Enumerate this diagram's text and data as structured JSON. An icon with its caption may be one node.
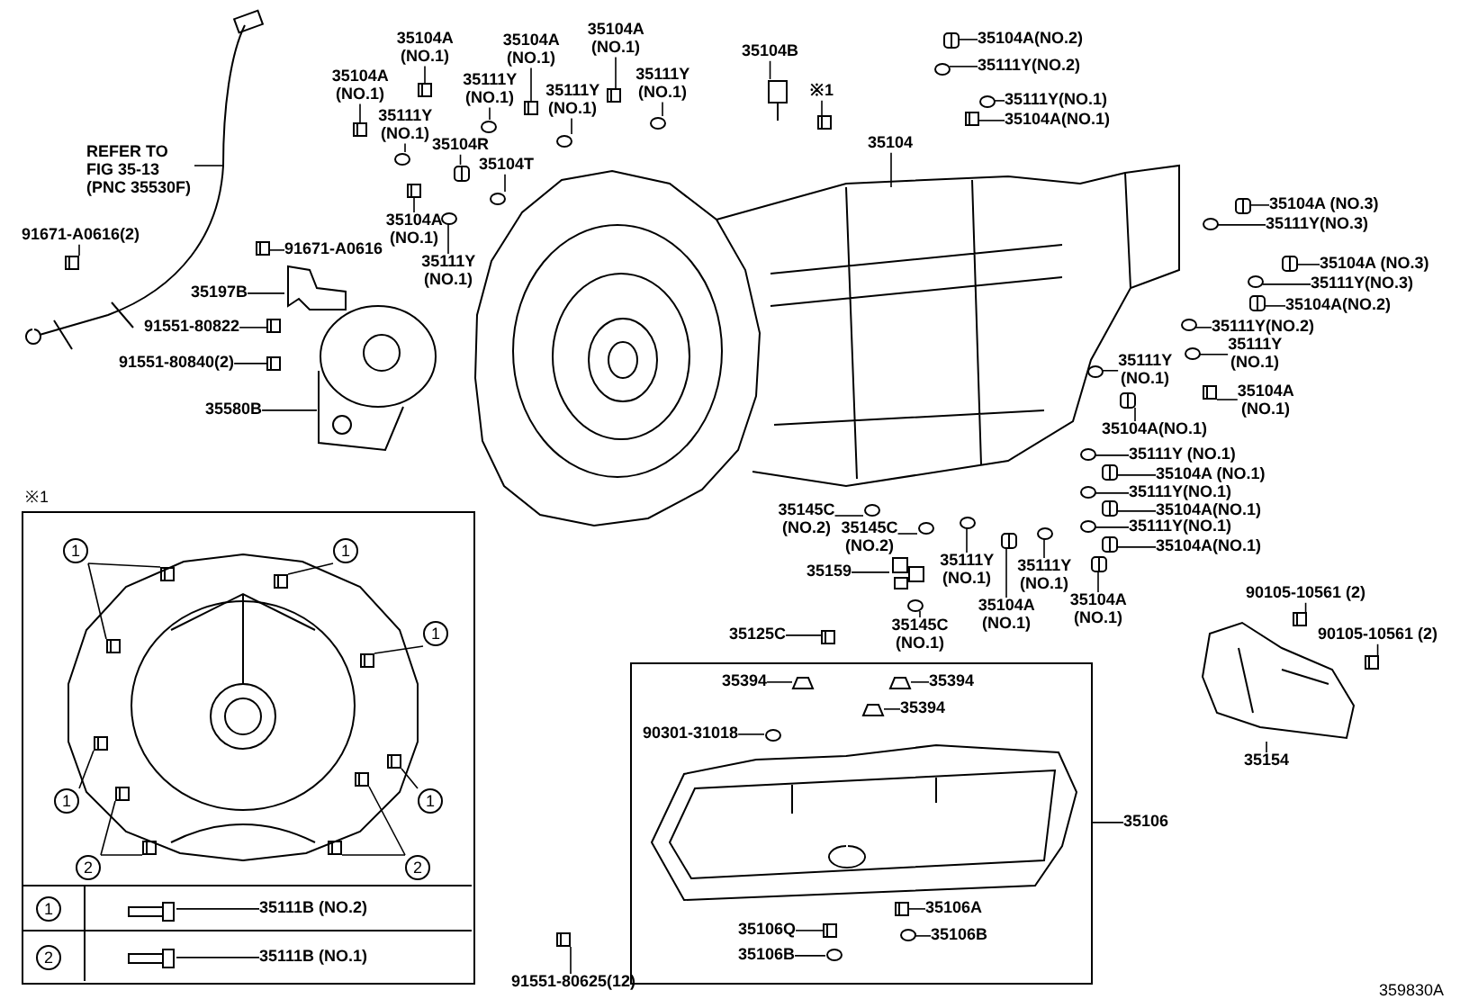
{
  "diagram": {
    "nodes": [
      {
        "text": [
          "REFER TO FIG 35-13 (PNC 35530F)"
        ]
      },
      {
        "text": [
          "91671-A0616(2)"
        ]
      },
      {
        "text": [
          "35104A (NO.1)"
        ]
      },
      {
        "text": [
          "35111Y (NO.1)"
        ]
      },
      {
        "text": [
          "35104A (NO.1)"
        ]
      },
      {
        "text": [
          "35111Y (NO.1)"
        ]
      },
      {
        "text": [
          "35104A (NO.1)"
        ]
      },
      {
        "text": [
          "35111Y (NO.1)"
        ]
      },
      {
        "text": [
          "35104A (NO.1)"
        ]
      },
      {
        "text": [
          "35111Y (NO.1)"
        ]
      },
      {
        "text": [
          "35104R"
        ]
      },
      {
        "text": [
          "35104T"
        ]
      },
      {
        "text": [
          "35104A (NO.1)"
        ]
      },
      {
        "text": [
          "35111Y (NO.1)"
        ]
      },
      {
        "text": [
          "91671-A0616"
        ]
      },
      {
        "text": [
          "35197B"
        ]
      },
      {
        "text": [
          "91551-80822"
        ]
      },
      {
        "text": [
          "91551-80840(2)"
        ]
      },
      {
        "text": [
          "35580B"
        ]
      },
      {
        "text": [
          "35104B"
        ]
      },
      {
        "text": [
          "※1"
        ]
      },
      {
        "text": [
          "35104"
        ]
      },
      {
        "text": [
          "35104A(NO.2)"
        ]
      },
      {
        "text": [
          "35111Y(NO.2)"
        ]
      },
      {
        "text": [
          "35111Y(NO.1)"
        ]
      },
      {
        "text": [
          "35104A(NO.1)"
        ]
      },
      {
        "text": [
          "35104A (NO.3)"
        ]
      },
      {
        "text": [
          "35111Y(NO.3)"
        ]
      },
      {
        "text": [
          "35104A (NO.3)"
        ]
      },
      {
        "text": [
          "35111Y(NO.3)"
        ]
      },
      {
        "text": [
          "35104A(NO.2)"
        ]
      },
      {
        "text": [
          "35111Y(NO.2)"
        ]
      },
      {
        "text": [
          "35111Y (NO.1)"
        ]
      },
      {
        "text": [
          "35111Y (NO.1)"
        ]
      },
      {
        "text": [
          "35104A (NO.1)"
        ]
      },
      {
        "text": [
          "35104A(NO.1)"
        ]
      },
      {
        "text": [
          "35111Y (NO.1)"
        ]
      },
      {
        "text": [
          "35104A (NO.1)"
        ]
      },
      {
        "text": [
          "35111Y(NO.1)"
        ]
      },
      {
        "text": [
          "35104A(NO.1)"
        ]
      },
      {
        "text": [
          "35111Y(NO.1)"
        ]
      },
      {
        "text": [
          "35104A(NO.1)"
        ]
      },
      {
        "text": [
          "35145C (NO.2)"
        ]
      },
      {
        "text": [
          "35145C (NO.2)"
        ]
      },
      {
        "text": [
          "35111Y (NO.1)"
        ]
      },
      {
        "text": [
          "35111Y (NO.1)"
        ]
      },
      {
        "text": [
          "35104A (NO.1)"
        ]
      },
      {
        "text": [
          "35104A (NO.1)"
        ]
      },
      {
        "text": [
          "35159"
        ]
      },
      {
        "text": [
          "35145C (NO.1)"
        ]
      },
      {
        "text": [
          "90105-10561 (2)"
        ]
      },
      {
        "text": [
          "90105-10561 (2)"
        ]
      },
      {
        "text": [
          "35125C"
        ]
      },
      {
        "text": [],
        "shape": "box"
      },
      {
        "text": [
          "35394"
        ],
        "in": 53
      },
      {
        "text": [
          "35394"
        ],
        "in": 53
      },
      {
        "text": [
          "35394"
        ],
        "in": 53
      },
      {
        "text": [
          "90301-31018"
        ],
        "in": 53
      },
      {
        "text": [
          "35106A"
        ],
        "in": 53
      },
      {
        "text": [
          "35106Q"
        ],
        "in": 53
      },
      {
        "text": [
          "35106B"
        ],
        "in": 53
      },
      {
        "text": [
          "35106B"
        ],
        "in": 53
      },
      {
        "text": [
          "35106"
        ]
      },
      {
        "text": [
          "35154"
        ]
      },
      {
        "text": [
          "91551-80625(12)"
        ]
      },
      {
        "text": [],
        "shape": "box",
        "beside": [
          "※1"
        ]
      },
      {
        "text": [
          "1"
        ],
        "in": 65
      },
      {
        "text": [
          "1"
        ],
        "in": 65
      },
      {
        "text": [
          "1"
        ],
        "in": 65
      },
      {
        "text": [
          "1"
        ],
        "in": 65
      },
      {
        "text": [
          "1"
        ],
        "in": 65
      },
      {
        "text": [
          "2"
        ],
        "in": 65
      },
      {
        "text": [
          "2"
        ],
        "in": 65
      },
      {
        "text": [
          "1"
        ],
        "in": 65
      },
      {
        "text": [
          "35111B (NO.2)"
        ],
        "in": 65
      },
      {
        "text": [
          "2"
        ],
        "in": 65
      },
      {
        "text": [
          "35111B (NO.1)"
        ],
        "in": 65
      },
      {
        "text": [],
        "shape": "bolt"
      },
      {
        "text": [],
        "shape": "bolt"
      },
      {
        "text": [],
        "shape": "circle"
      },
      {
        "text": [],
        "shape": "bolt"
      },
      {
        "text": [],
        "shape": "circle"
      },
      {
        "text": [],
        "shape": "bolt"
      },
      {
        "text": [],
        "shape": "circle"
      },
      {
        "text": [],
        "shape": "bolt"
      },
      {
        "text": [],
        "shape": "circle"
      },
      {
        "text": [],
        "shape": "plug"
      },
      {
        "text": [],
        "shape": "circle"
      },
      {
        "text": [],
        "shape": "bolt"
      },
      {
        "text": [],
        "shape": "circle"
      },
      {
        "text": [],
        "shape": "bolt"
      },
      {
        "text": [],
        "shape": "picture"
      },
      {
        "text": [],
        "shape": "bolt"
      },
      {
        "text": [],
        "shape": "bolt"
      },
      {
        "text": [],
        "shape": "picture"
      },
      {
        "text": [],
        "shape": "picture"
      },
      {
        "text": [],
        "shape": "bolt"
      },
      {
        "text": [],
        "shape": "plug"
      },
      {
        "text": [],
        "shape": "circle"
      },
      {
        "text": [],
        "shape": "circle"
      },
      {
        "text": [],
        "shape": "bolt"
      },
      {
        "text": [],
        "shape": "plug"
      },
      {
        "text": [],
        "shape": "circle"
      },
      {
        "text": [],
        "shape": "plug"
      },
      {
        "text": [],
        "shape": "circle"
      },
      {
        "text": [],
        "shape": "plug"
      },
      {
        "text": [],
        "shape": "circle"
      },
      {
        "text": [],
        "shape": "circle"
      },
      {
        "text": [],
        "shape": "circle"
      },
      {
        "text": [],
        "shape": "bolt"
      },
      {
        "text": [],
        "shape": "plug"
      },
      {
        "text": [],
        "shape": "circle"
      },
      {
        "text": [],
        "shape": "plug"
      },
      {
        "text": [],
        "shape": "circle"
      },
      {
        "text": [],
        "shape": "plug"
      },
      {
        "text": [],
        "shape": "circle"
      },
      {
        "text": [],
        "shape": "plug"
      },
      {
        "text": [],
        "shape": "circle"
      },
      {
        "text": [],
        "shape": "circle"
      },
      {
        "text": [],
        "shape": "circle"
      },
      {
        "text": [],
        "shape": "circle"
      },
      {
        "text": [],
        "shape": "plug"
      },
      {
        "text": [],
        "shape": "plug"
      },
      {
        "text": [],
        "shape": "picture"
      },
      {
        "text": [],
        "shape": "circle"
      },
      {
        "text": [],
        "shape": "bolt"
      },
      {
        "text": [],
        "shape": "bolt"
      },
      {
        "text": [],
        "shape": "bolt"
      },
      {
        "text": [],
        "shape": "clip",
        "in": 53
      },
      {
        "text": [],
        "shape": "clip",
        "in": 53
      },
      {
        "text": [],
        "shape": "clip",
        "in": 53
      },
      {
        "text": [],
        "shape": "circle",
        "in": 53
      },
      {
        "text": [],
        "shape": "bolt",
        "in": 53
      },
      {
        "text": [],
        "shape": "bolt",
        "in": 53
      },
      {
        "text": [],
        "shape": "circle",
        "in": 53
      },
      {
        "text": [],
        "shape": "circle",
        "in": 53
      },
      {
        "text": [],
        "shape": "picture"
      },
      {
        "text": [],
        "shape": "bolt"
      },
      {
        "text": [],
        "shape": "bolt",
        "in": 65
      },
      {
        "text": [],
        "shape": "bolt",
        "in": 65
      },
      {
        "text": [],
        "shape": "bolt",
        "in": 65
      },
      {
        "text": [],
        "shape": "bolt",
        "in": 65
      },
      {
        "text": [],
        "shape": "bolt",
        "in": 65
      },
      {
        "text": [],
        "shape": "bolt",
        "in": 65
      },
      {
        "text": [],
        "shape": "bolt",
        "in": 65
      },
      {
        "text": [],
        "shape": "bolt",
        "in": 65
      },
      {
        "text": [],
        "shape": "bolt",
        "in": 65
      },
      {
        "text": [],
        "shape": "bolt",
        "in": 65
      },
      {
        "text": [],
        "shape": "bolt",
        "in": 65
      },
      {
        "text": [],
        "shape": "bolt",
        "in": 65
      }
    ],
    "edges": [
      {
        "from": 0,
        "to": null,
        "arrow": "none"
      },
      {
        "from": 1,
        "to": 77,
        "arrow": "none"
      },
      {
        "from": 2,
        "to": 78,
        "arrow": "none"
      },
      {
        "from": 3,
        "to": 79,
        "arrow": "none"
      },
      {
        "from": 4,
        "to": 80,
        "arrow": "none"
      },
      {
        "from": 5,
        "to": 81,
        "arrow": "none"
      },
      {
        "from": 6,
        "to": 82,
        "arrow": "none"
      },
      {
        "from": 7,
        "to": 83,
        "arrow": "none"
      },
      {
        "from": 8,
        "to": 84,
        "arrow": "none"
      },
      {
        "from": 9,
        "to": 85,
        "arrow": "none"
      },
      {
        "from": 10,
        "to": 86,
        "arrow": "none"
      },
      {
        "from": 11,
        "to": 87,
        "arrow": "none"
      },
      {
        "from": 12,
        "to": 88,
        "arrow": "none"
      },
      {
        "from": 13,
        "to": 89,
        "arrow": "none"
      },
      {
        "from": 14,
        "to": 90,
        "arrow": "none"
      },
      {
        "from": 15,
        "to": 91,
        "arrow": "none"
      },
      {
        "from": 16,
        "to": 92,
        "arrow": "none"
      },
      {
        "from": 17,
        "to": 93,
        "arrow": "none"
      },
      {
        "from": 18,
        "to": 94,
        "arrow": "none"
      },
      {
        "from": 19,
        "to": 95,
        "arrow": "none"
      },
      {
        "from": 20,
        "to": 96,
        "arrow": "none"
      },
      {
        "from": 21,
        "to": null,
        "arrow": "none"
      },
      {
        "from": 22,
        "to": 97,
        "arrow": "none"
      },
      {
        "from": 23,
        "to": 98,
        "arrow": "none"
      },
      {
        "from": 24,
        "to": 99,
        "arrow": "none"
      },
      {
        "from": 25,
        "to": 100,
        "arrow": "none"
      },
      {
        "from": 26,
        "to": 101,
        "arrow": "none"
      },
      {
        "from": 27,
        "to": 102,
        "arrow": "none"
      },
      {
        "from": 28,
        "to": 103,
        "arrow": "none"
      },
      {
        "from": 29,
        "to": 104,
        "arrow": "none"
      },
      {
        "from": 30,
        "to": 105,
        "arrow": "none"
      },
      {
        "from": 31,
        "to": 106,
        "arrow": "none"
      },
      {
        "from": 32,
        "to": 107,
        "arrow": "none"
      },
      {
        "from": 33,
        "to": 108,
        "arrow": "none"
      },
      {
        "from": 34,
        "to": 109,
        "arrow": "none"
      },
      {
        "from": 35,
        "to": 110,
        "arrow": "none"
      },
      {
        "from": 36,
        "to": 111,
        "arrow": "none"
      },
      {
        "from": 37,
        "to": 112,
        "arrow": "none"
      },
      {
        "from": 38,
        "to": 113,
        "arrow": "none"
      },
      {
        "from": 39,
        "to": 114,
        "arrow": "none"
      },
      {
        "from": 40,
        "to": 115,
        "arrow": "none"
      },
      {
        "from": 41,
        "to": 116,
        "arrow": "none"
      },
      {
        "from": 42,
        "to": 117,
        "arrow": "none"
      },
      {
        "from": 43,
        "to": 118,
        "arrow": "none"
      },
      {
        "from": 44,
        "to": 119,
        "arrow": "none"
      },
      {
        "from": 45,
        "to": 120,
        "arrow": "none"
      },
      {
        "from": 46,
        "to": 121,
        "arrow": "none"
      },
      {
        "from": 47,
        "to": 122,
        "arrow": "none"
      },
      {
        "from": 48,
        "to": 123,
        "arrow": "none"
      },
      {
        "from": 49,
        "to": 124,
        "arrow": "none"
      },
      {
        "from": 50,
        "to": 125,
        "arrow": "none"
      },
      {
        "from": 51,
        "to": 126,
        "arrow": "none"
      },
      {
        "from": 52,
        "to": 127,
        "arrow": "none"
      },
      {
        "from": 54,
        "to": 128,
        "arrow": "none"
      },
      {
        "from": 55,
        "to": 129,
        "arrow": "none"
      },
      {
        "from": 56,
        "to": 130,
        "arrow": "none"
      },
      {
        "from": 57,
        "to": 131,
        "arrow": "none"
      },
      {
        "from": 58,
        "to": 132,
        "arrow": "none"
      },
      {
        "from": 59,
        "to": 133,
        "arrow": "none"
      },
      {
        "from": 60,
        "to": 134,
        "arrow": "none"
      },
      {
        "from": 61,
        "to": 135,
        "arrow": "none"
      },
      {
        "from": 62,
        "to": 53,
        "arrow": "none"
      },
      {
        "from": 63,
        "to": 136,
        "arrow": "none"
      },
      {
        "from": 64,
        "to": 137,
        "arrow": "none"
      },
      {
        "from": 66,
        "to": 138,
        "arrow": "none"
      },
      {
        "from": 66,
        "to": 139,
        "arrow": "none"
      },
      {
        "from": 67,
        "to": 140,
        "arrow": "none"
      },
      {
        "from": 68,
        "to": 141,
        "arrow": "none"
      },
      {
        "from": 69,
        "to": 142,
        "arrow": "none"
      },
      {
        "from": 70,
        "to": 143,
        "arrow": "none"
      },
      {
        "from": 71,
        "to": 144,
        "arrow": "none"
      },
      {
        "from": 71,
        "to": 145,
        "arrow": "none"
      },
      {
        "from": 72,
        "to": 146,
        "arrow": "none"
      },
      {
        "from": 72,
        "to": 147,
        "arrow": "none"
      },
      {
        "from": 74,
        "to": 148,
        "arrow": "none"
      },
      {
        "from": 76,
        "to": 149,
        "arrow": "none"
      }
    ],
    "labels": [
      "359830A"
    ]
  }
}
